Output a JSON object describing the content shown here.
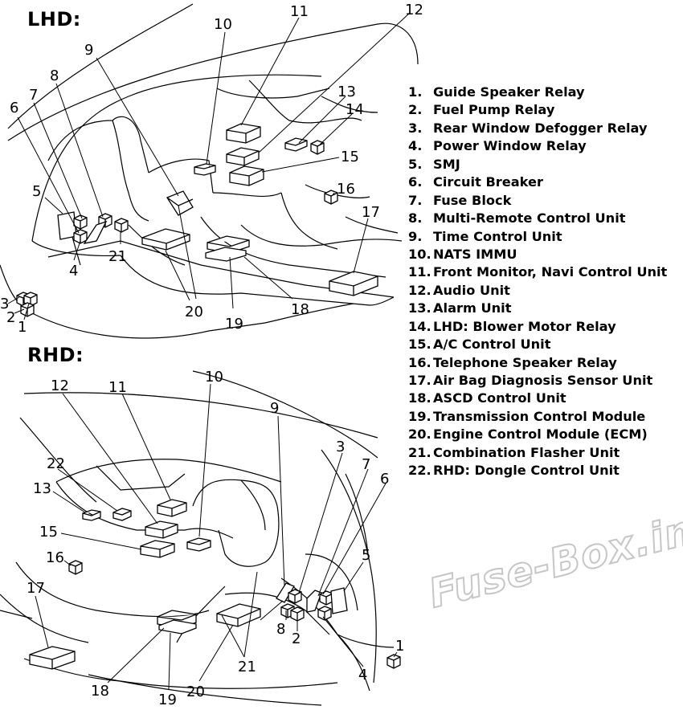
{
  "sections": {
    "lhd_title": "LHD:",
    "rhd_title": "RHD:"
  },
  "callouts": {
    "lhd": [
      "1",
      "2",
      "3",
      "4",
      "5",
      "6",
      "7",
      "8",
      "9",
      "10",
      "11",
      "12",
      "13",
      "14",
      "15",
      "16",
      "17",
      "18",
      "19",
      "20",
      "21"
    ],
    "rhd": [
      "1",
      "2",
      "3",
      "4",
      "5",
      "6",
      "7",
      "8",
      "9",
      "10",
      "11",
      "12",
      "13",
      "15",
      "16",
      "17",
      "18",
      "19",
      "20",
      "21",
      "22"
    ]
  },
  "legend": [
    {
      "num": "1.",
      "label": "Guide Speaker Relay"
    },
    {
      "num": "2.",
      "label": "Fuel Pump Relay"
    },
    {
      "num": "3.",
      "label": "Rear Window Defogger Relay"
    },
    {
      "num": "4.",
      "label": "Power Window Relay"
    },
    {
      "num": "5.",
      "label": "SMJ"
    },
    {
      "num": "6.",
      "label": "Circuit Breaker"
    },
    {
      "num": "7.",
      "label": "Fuse Block"
    },
    {
      "num": "8.",
      "label": "Multi-Remote Control Unit"
    },
    {
      "num": "9.",
      "label": "Time Control Unit"
    },
    {
      "num": "10.",
      "label": "NATS IMMU"
    },
    {
      "num": "11.",
      "label": "Front Monitor, Navi Control Unit"
    },
    {
      "num": "12.",
      "label": "Audio Unit"
    },
    {
      "num": "13.",
      "label": "Alarm Unit"
    },
    {
      "num": "14.",
      "label": "LHD: Blower Motor Relay"
    },
    {
      "num": "15.",
      "label": "A/C Control Unit"
    },
    {
      "num": "16.",
      "label": "Telephone Speaker Relay"
    },
    {
      "num": "17.",
      "label": "Air Bag Diagnosis Sensor Unit"
    },
    {
      "num": "18.",
      "label": "ASCD Control Unit"
    },
    {
      "num": "19.",
      "label": "Transmission Control Module"
    },
    {
      "num": "20.",
      "label": "Engine Control Module (ECM)"
    },
    {
      "num": "21.",
      "label": "Combination Flasher Unit"
    },
    {
      "num": "22.",
      "label": "RHD: Dongle Control Unit"
    }
  ],
  "watermark": "Fuse-Box.info"
}
